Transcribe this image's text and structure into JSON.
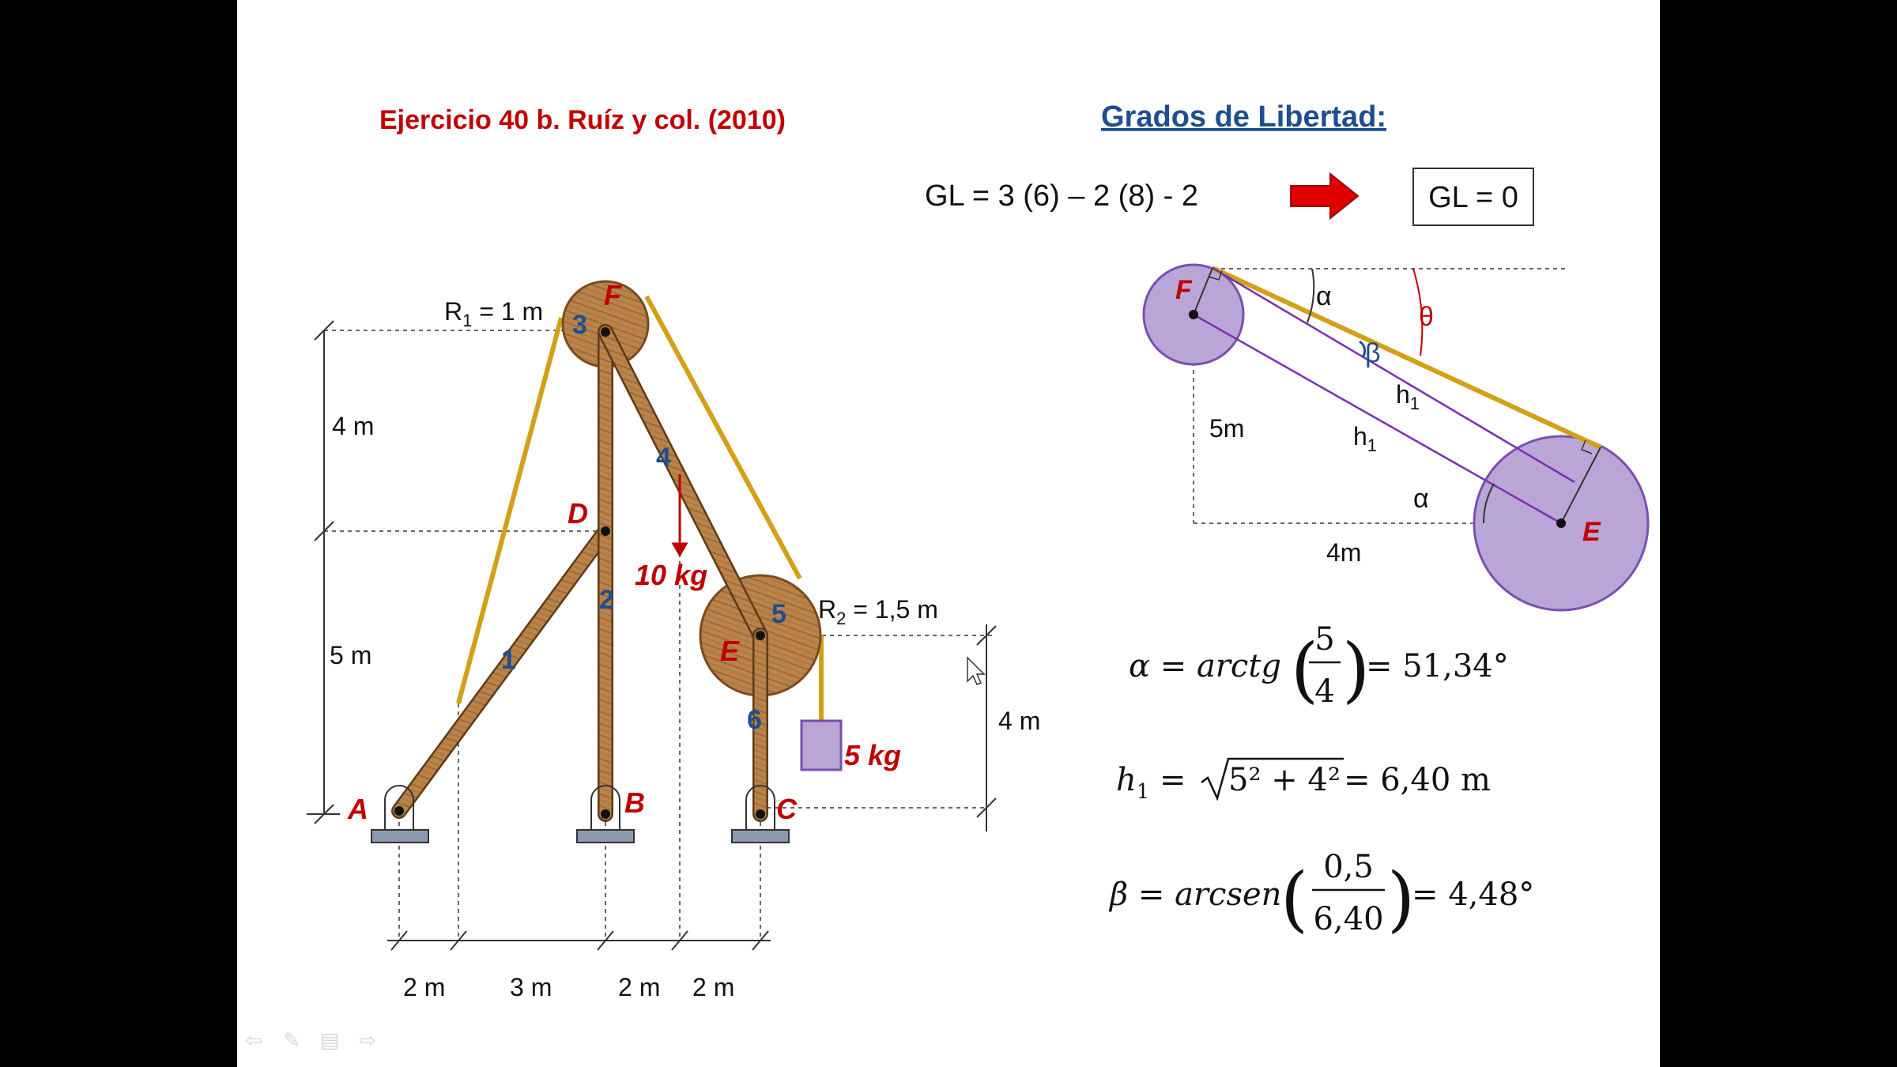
{
  "title": "Ejercicio 40 b. Ruíz y col. (2010)",
  "heading": "Grados de Libertad:",
  "equation": "GL = 3 (6) – 2 (8) - 2",
  "result": "GL = 0",
  "colors": {
    "red": "#c00000",
    "blue": "#1f4e8f",
    "wood": "#b9834a",
    "rope": "#d4a017",
    "purple": "#b9a6d6",
    "purple_edge": "#7a4fb0"
  },
  "left": {
    "r1": "R",
    "r1_sub": "1",
    "r1_val": " = 1 m",
    "r2": "R",
    "r2_sub": "2",
    "r2_val": " = 1,5 m",
    "dim_4m": "4 m",
    "dim_5m": "5 m",
    "dim_4m_right": "4 m",
    "dims_bottom": [
      "2 m",
      "3 m",
      "2 m",
      "2 m"
    ],
    "points": {
      "F": "F",
      "D": "D",
      "E": "E",
      "A": "A",
      "B": "B",
      "C": "C"
    },
    "members": [
      "1",
      "2",
      "3",
      "4",
      "5",
      "6"
    ],
    "load_10": "10 kg",
    "load_5": "5 kg"
  },
  "right": {
    "F": "F",
    "E": "E",
    "alpha": "α",
    "alpha2": "α",
    "theta": "θ",
    "beta": "β",
    "h": "h",
    "h_sub": "1",
    "h2": "h",
    "h2_sub": "1",
    "five": "5m",
    "four": "4m"
  },
  "formulas": {
    "f1_left": "α = arctg",
    "f1_num": "5",
    "f1_den": "4",
    "f1_right": "= 51,34°",
    "f2_h": "h",
    "f2_sub": "1",
    "f2_eq": " = ",
    "f2_rad": "5² + 4²",
    "f2_right": " = 6,40 m",
    "f3_left": "β = arcsen",
    "f3_num": "0,5",
    "f3_den": "6,40",
    "f3_right": "= 4,48°"
  },
  "toolbar": [
    "back-arrow-icon",
    "pen-icon",
    "menu-icon",
    "forward-arrow-icon"
  ]
}
